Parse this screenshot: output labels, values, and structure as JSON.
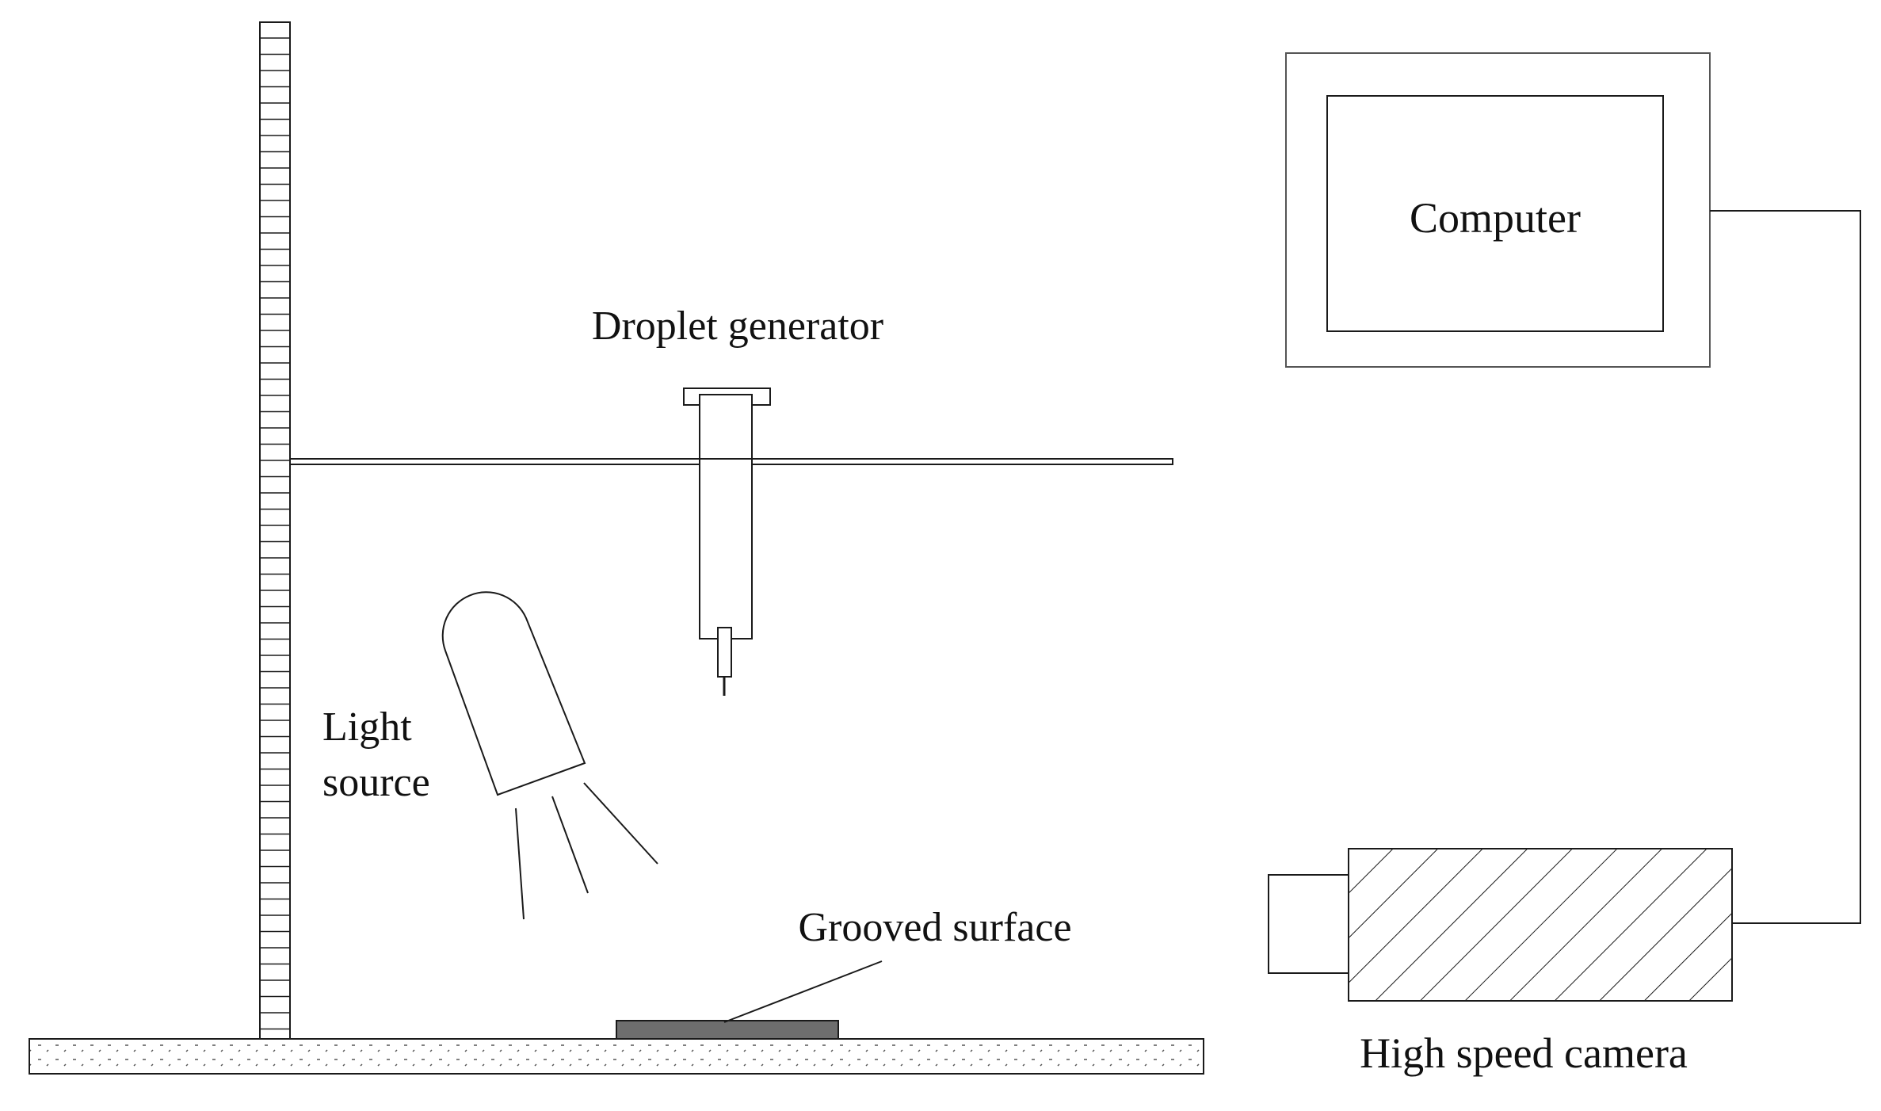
{
  "labels": {
    "droplet_generator": "Droplet generator",
    "computer": "Computer",
    "light_source_line1": "Light",
    "light_source_line2": "source",
    "grooved_surface": "Grooved surface",
    "high_speed_camera": "High speed camera"
  },
  "colors": {
    "stroke": "#1a1a1a",
    "background": "#ffffff",
    "grooved_surface_fill": "#6e6e6e"
  }
}
